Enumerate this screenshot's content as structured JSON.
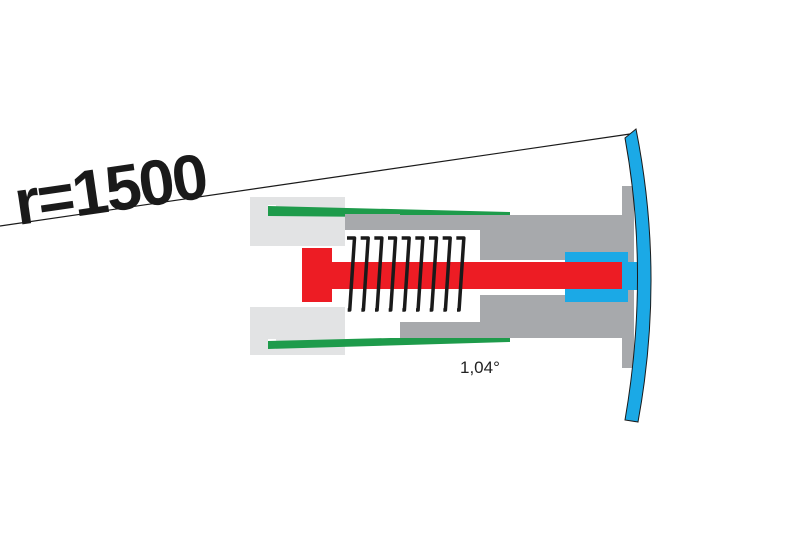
{
  "labels": {
    "radius": "r=1500",
    "angle": "1,04°"
  },
  "colors": {
    "light_gray": "#e2e3e4",
    "dark_gray": "#a7a9ac",
    "green": "#1e9b4b",
    "red": "#ed1c24",
    "blue": "#1ba9e6",
    "outline": "#1a1a1a",
    "spring": "#1a1a1a"
  },
  "spring": {
    "coil_count": 9
  }
}
